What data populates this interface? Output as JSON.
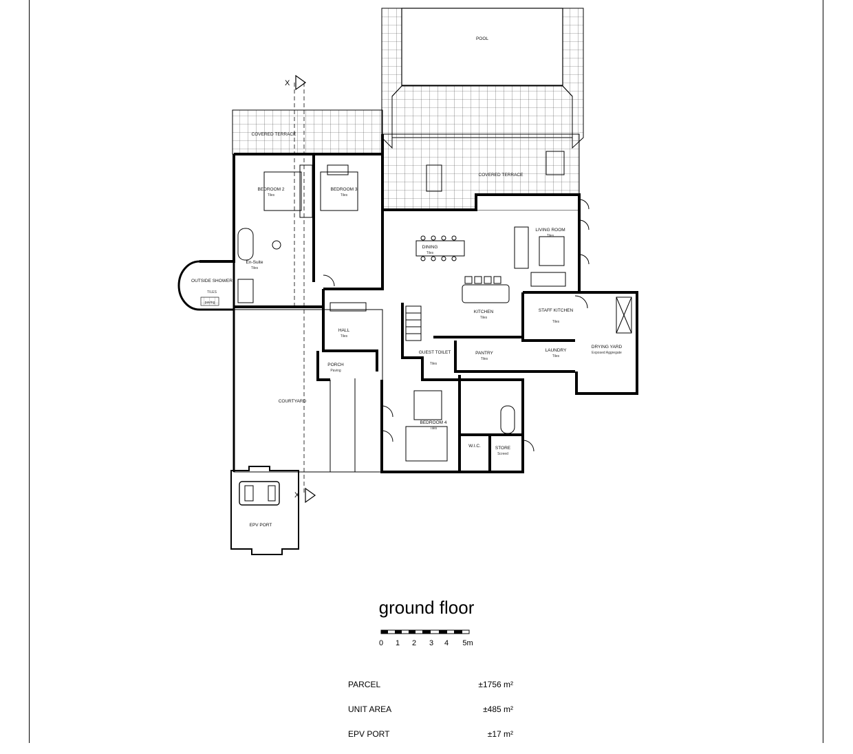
{
  "drawing": {
    "title": "ground floor",
    "section_marker": "X",
    "scale_bar": {
      "ticks": [
        "0",
        "1",
        "2",
        "3",
        "4",
        "5m"
      ]
    },
    "rooms": {
      "pool": {
        "name": "POOL"
      },
      "covered_terrace_left": {
        "name": "COVERED TERRACE"
      },
      "covered_terrace_main": {
        "name": "COVERED TERRACE"
      },
      "bedroom2": {
        "name": "BEDROOM 2",
        "finish": "Tiles"
      },
      "bedroom3": {
        "name": "BEDROOM 3",
        "finish": "Tiles"
      },
      "en_suite": {
        "name": "En-Suite",
        "finish": "Tiles"
      },
      "outside_shower": {
        "name": "OUTSIDE SHOWER",
        "finish": "TILES"
      },
      "paving_small": {
        "name": "paving"
      },
      "dining": {
        "name": "DINING",
        "finish": "Tiles"
      },
      "living_room": {
        "name": "LIVING ROOM",
        "finish": "Tiles"
      },
      "kitchen": {
        "name": "KITCHEN",
        "finish": "Tiles"
      },
      "staff_kitchen": {
        "name": "STAFF KITCHEN",
        "finish": "Tiles"
      },
      "hall": {
        "name": "HALL",
        "finish": "Tiles"
      },
      "porch": {
        "name": "PORCH",
        "finish": "Paving"
      },
      "guest_toilet": {
        "name": "GUEST TOILET",
        "finish": "Tiles"
      },
      "pantry": {
        "name": "PANTRY",
        "finish": "Tiles"
      },
      "laundry": {
        "name": "LAUNDRY",
        "finish": "Tiles"
      },
      "drying_yard": {
        "name": "DRYING YARD",
        "finish": "Exposed Aggregate"
      },
      "courtyard": {
        "name": "COURTYARD"
      },
      "bedroom4": {
        "name": "BEDROOM 4",
        "finish": "Tiles"
      },
      "wic": {
        "name": "W.I.C."
      },
      "store": {
        "name": "STORE",
        "finish": "Screed"
      },
      "epv_port": {
        "name": "EPV PORT"
      }
    }
  },
  "areas": [
    {
      "label": "PARCEL",
      "value": "±1756 m²"
    },
    {
      "label": "UNIT AREA",
      "value": "±485 m²"
    },
    {
      "label": "EPV PORT",
      "value": "±17 m²"
    }
  ]
}
